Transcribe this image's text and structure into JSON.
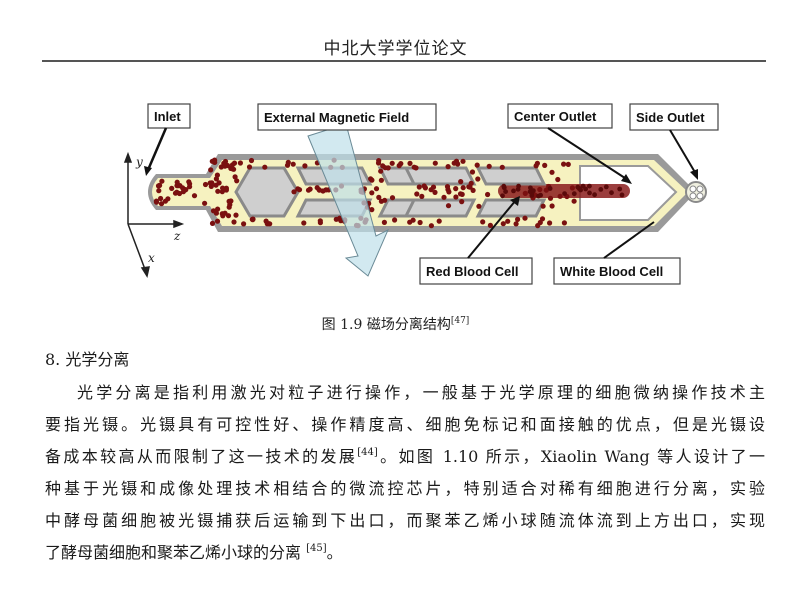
{
  "header": {
    "title": "中北大学学位论文"
  },
  "figure": {
    "labels": {
      "inlet": "Inlet",
      "external_magnetic_field": "External Magnetic Field",
      "center_outlet": "Center Outlet",
      "side_outlet": "Side Outlet",
      "red_blood_cell": "Red Blood Cell",
      "white_blood_cell": "White Blood Cell"
    },
    "axes": {
      "y": "y",
      "z": "z",
      "x": "x"
    },
    "colors": {
      "channel_wall": "#8a8a8a",
      "fluid": "#f6f2c0",
      "pillar": "#cfcfcf",
      "rbc": "#7a1010",
      "wbc": "#ffffff",
      "magnet": "#bfe0ea"
    }
  },
  "caption": {
    "prefix": "图 1.9  磁场分离结构",
    "ref": "[47]"
  },
  "section": {
    "heading": "8.  光学分离"
  },
  "paragraph": {
    "lines": [
      {
        "text": "光学分离是指利用激光对粒子进行操作，一般基于光学原理的细胞微纳操作技术主"
      },
      {
        "text": "要指光镊。光镊具有可控性好、操作精度高、细胞免标记和面接触的优点，但是光镊设"
      },
      {
        "before": "备成本较高从而限制了这一技术的发展",
        "ref": "[44]",
        "after": "。如图 1.10 所示，Xiaolin Wang 等人设计了一"
      },
      {
        "text": "种基于光镊和成像处理技术相结合的微流控芯片，特别适合对稀有细胞进行分离，实验"
      },
      {
        "text": "中酵母菌细胞被光镊捕获后运输到下出口，而聚苯乙烯小球随流体流到上方出口，实现"
      },
      {
        "before": "了酵母菌细胞和聚苯乙烯小球的分离 ",
        "ref": "[45]",
        "after": "。"
      }
    ]
  }
}
